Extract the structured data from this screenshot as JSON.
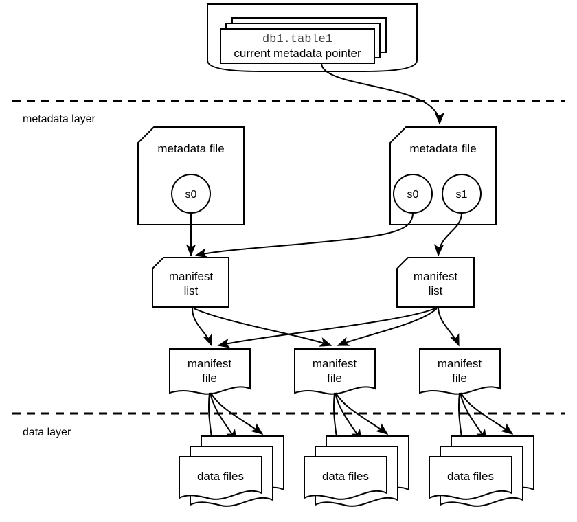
{
  "diagram": {
    "title_mono": "db1.table1",
    "title_main": "current metadata pointer",
    "layers": [
      {
        "id": "metadata",
        "label": "metadata layer"
      },
      {
        "id": "data",
        "label": "data layer"
      }
    ],
    "metadata_files": [
      {
        "id": "metadata-file-left",
        "label": "metadata file",
        "snapshots": [
          {
            "label": "s0"
          }
        ]
      },
      {
        "id": "metadata-file-right",
        "label": "metadata file",
        "snapshots": [
          {
            "label": "s0"
          },
          {
            "label": "s1"
          }
        ]
      }
    ],
    "manifest_lists": [
      {
        "id": "manifest-list-left",
        "line1": "manifest",
        "line2": "list"
      },
      {
        "id": "manifest-list-right",
        "line1": "manifest",
        "line2": "list"
      }
    ],
    "manifest_files": [
      {
        "id": "manifest-file-1",
        "line1": "manifest",
        "line2": "file"
      },
      {
        "id": "manifest-file-2",
        "line1": "manifest",
        "line2": "file"
      },
      {
        "id": "manifest-file-3",
        "line1": "manifest",
        "line2": "file"
      }
    ],
    "data_file_stacks": [
      {
        "id": "data-files-1",
        "label": "data files",
        "sheets": 3
      },
      {
        "id": "data-files-2",
        "label": "data files",
        "sheets": 3
      },
      {
        "id": "data-files-3",
        "label": "data files",
        "sheets": 3
      }
    ],
    "colors": {
      "stroke": "#000000",
      "background": "#ffffff",
      "mono_text": "#3a3a3a"
    }
  }
}
